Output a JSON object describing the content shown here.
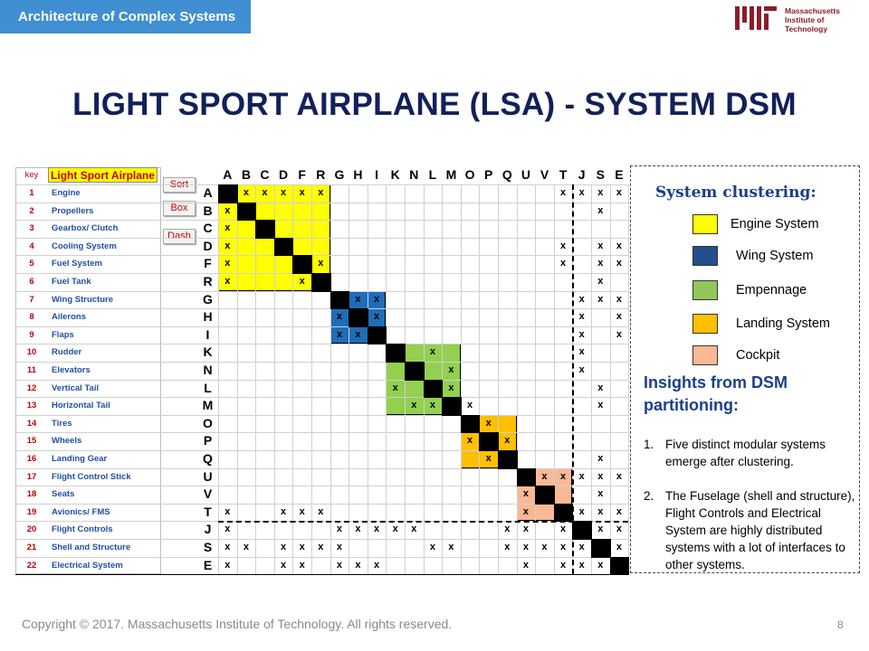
{
  "header": {
    "course": "Architecture of Complex Systems",
    "institution": "Massachusetts Institute of Technology"
  },
  "title": "LIGHT SPORT AIRPLANE (LSA) - SYSTEM DSM",
  "dsm": {
    "key_label": "key",
    "table_title": "Light Sport Airplane",
    "buttons": [
      "Sort",
      "Box",
      "Dash"
    ],
    "columns": [
      "A",
      "B",
      "C",
      "D",
      "F",
      "R",
      "G",
      "H",
      "I",
      "K",
      "N",
      "L",
      "M",
      "O",
      "P",
      "Q",
      "U",
      "V",
      "T",
      "J",
      "S",
      "E"
    ],
    "rows": [
      {
        "num": "1",
        "name": "Engine",
        "code": "A",
        "marks": [
          1,
          2,
          3,
          4,
          5,
          18,
          19,
          20,
          21
        ]
      },
      {
        "num": "2",
        "name": "Propellers",
        "code": "B",
        "marks": [
          0,
          20
        ]
      },
      {
        "num": "3",
        "name": "Gearbox/ Clutch",
        "code": "C",
        "marks": [
          0
        ]
      },
      {
        "num": "4",
        "name": "Cooling System",
        "code": "D",
        "marks": [
          0,
          18,
          20,
          21
        ]
      },
      {
        "num": "5",
        "name": "Fuel System",
        "code": "F",
        "marks": [
          0,
          5,
          18,
          20,
          21
        ]
      },
      {
        "num": "6",
        "name": "Fuel Tank",
        "code": "R",
        "marks": [
          0,
          4,
          20
        ]
      },
      {
        "num": "7",
        "name": "Wing Structure",
        "code": "G",
        "marks": [
          7,
          8,
          19,
          20,
          21
        ]
      },
      {
        "num": "8",
        "name": "Ailerons",
        "code": "H",
        "marks": [
          6,
          8,
          19,
          21
        ]
      },
      {
        "num": "9",
        "name": "Flaps",
        "code": "I",
        "marks": [
          6,
          7,
          19,
          21
        ]
      },
      {
        "num": "10",
        "name": "Rudder",
        "code": "K",
        "marks": [
          11,
          19
        ]
      },
      {
        "num": "11",
        "name": "Elevators",
        "code": "N",
        "marks": [
          12,
          19
        ]
      },
      {
        "num": "12",
        "name": "Vertical Tail",
        "code": "L",
        "marks": [
          9,
          12,
          20
        ]
      },
      {
        "num": "13",
        "name": "Horizontal Tail",
        "code": "M",
        "marks": [
          10,
          11,
          13,
          20
        ]
      },
      {
        "num": "14",
        "name": "Tires",
        "code": "O",
        "marks": [
          14
        ]
      },
      {
        "num": "15",
        "name": "Wheels",
        "code": "P",
        "marks": [
          13,
          15
        ]
      },
      {
        "num": "16",
        "name": "Landing Gear",
        "code": "Q",
        "marks": [
          14,
          20
        ]
      },
      {
        "num": "17",
        "name": "Flight Control Stick",
        "code": "U",
        "marks": [
          17,
          18,
          19,
          20,
          21
        ]
      },
      {
        "num": "18",
        "name": "Seats",
        "code": "V",
        "marks": [
          16,
          20
        ]
      },
      {
        "num": "19",
        "name": "Avionics/ FMS",
        "code": "T",
        "marks": [
          0,
          3,
          4,
          5,
          16,
          19,
          20,
          21
        ]
      },
      {
        "num": "20",
        "name": "Flight Controls",
        "code": "J",
        "marks": [
          0,
          6,
          7,
          8,
          9,
          10,
          15,
          16,
          18,
          20,
          21
        ]
      },
      {
        "num": "21",
        "name": "Shell and Structure",
        "code": "S",
        "marks": [
          0,
          1,
          3,
          4,
          5,
          6,
          11,
          12,
          15,
          16,
          17,
          18,
          19,
          21
        ]
      },
      {
        "num": "22",
        "name": "Electrical System",
        "code": "E",
        "marks": [
          0,
          3,
          4,
          6,
          7,
          8,
          16,
          18,
          19,
          20
        ]
      }
    ],
    "mark_symbol": "x",
    "clusters": [
      {
        "start": 0,
        "end": 5,
        "color": "#ffff00"
      },
      {
        "start": 6,
        "end": 8,
        "color": "#1f6cb8"
      },
      {
        "start": 9,
        "end": 12,
        "color": "#92d050"
      },
      {
        "start": 13,
        "end": 15,
        "color": "#ffc000"
      },
      {
        "start": 16,
        "end": 18,
        "color": "#f8b994"
      }
    ]
  },
  "legend": {
    "title": "System clustering:",
    "items": [
      {
        "label": "Engine System",
        "color": "#ffff00"
      },
      {
        "label": "Wing System",
        "color": "#244f8f"
      },
      {
        "label": "Empennage",
        "color": "#8fc75a"
      },
      {
        "label": "Landing System",
        "color": "#ffc000"
      },
      {
        "label": "Cockpit",
        "color": "#f8b994"
      }
    ]
  },
  "insights": {
    "title": "Insights from DSM partitioning:",
    "items": [
      {
        "n": "1.",
        "text": "Five distinct modular systems emerge after clustering."
      },
      {
        "n": "2.",
        "text": "The Fuselage (shell and structure), Flight Controls and Electrical System are highly distributed systems with a lot of interfaces to other systems."
      }
    ]
  },
  "footer": {
    "copyright": "Copyright © 2017. Massachusetts Institute  of Technology.  All rights reserved.",
    "page": "8"
  }
}
